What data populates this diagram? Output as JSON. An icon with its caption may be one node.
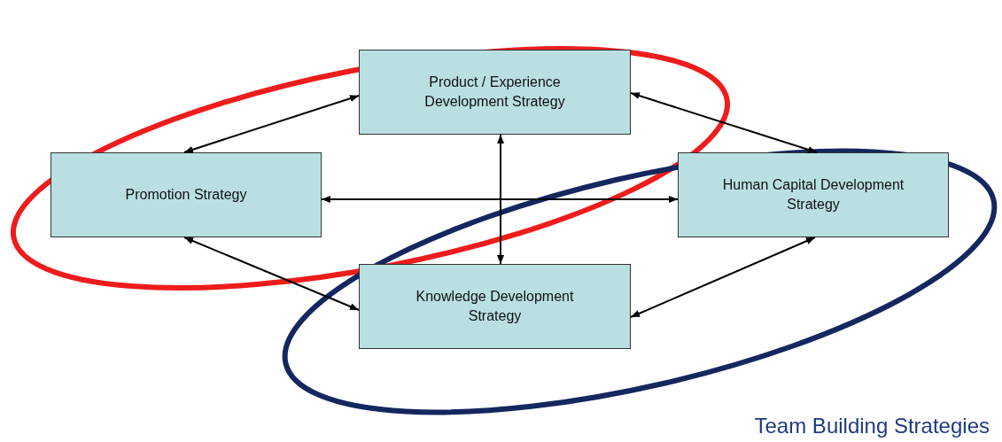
{
  "diagram": {
    "caption": "Team Building Strategies",
    "nodes": [
      {
        "text": [
          "Product / Experience Development Strategy"
        ]
      },
      {
        "text": [
          "Promotion Strategy"
        ]
      },
      {
        "text": [
          "Human Capital Development Strategy"
        ]
      },
      {
        "text": [
          "Knowledge Development Strategy"
        ]
      }
    ],
    "edges": [
      {
        "from": 0,
        "to": 1,
        "arrow": "both"
      },
      {
        "from": 0,
        "to": 2,
        "arrow": "both"
      },
      {
        "from": 1,
        "to": 2,
        "arrow": "both"
      },
      {
        "from": 0,
        "to": 3,
        "arrow": "both"
      },
      {
        "from": 1,
        "to": 3,
        "arrow": "both"
      },
      {
        "from": 2,
        "to": 3,
        "arrow": "both"
      }
    ]
  }
}
